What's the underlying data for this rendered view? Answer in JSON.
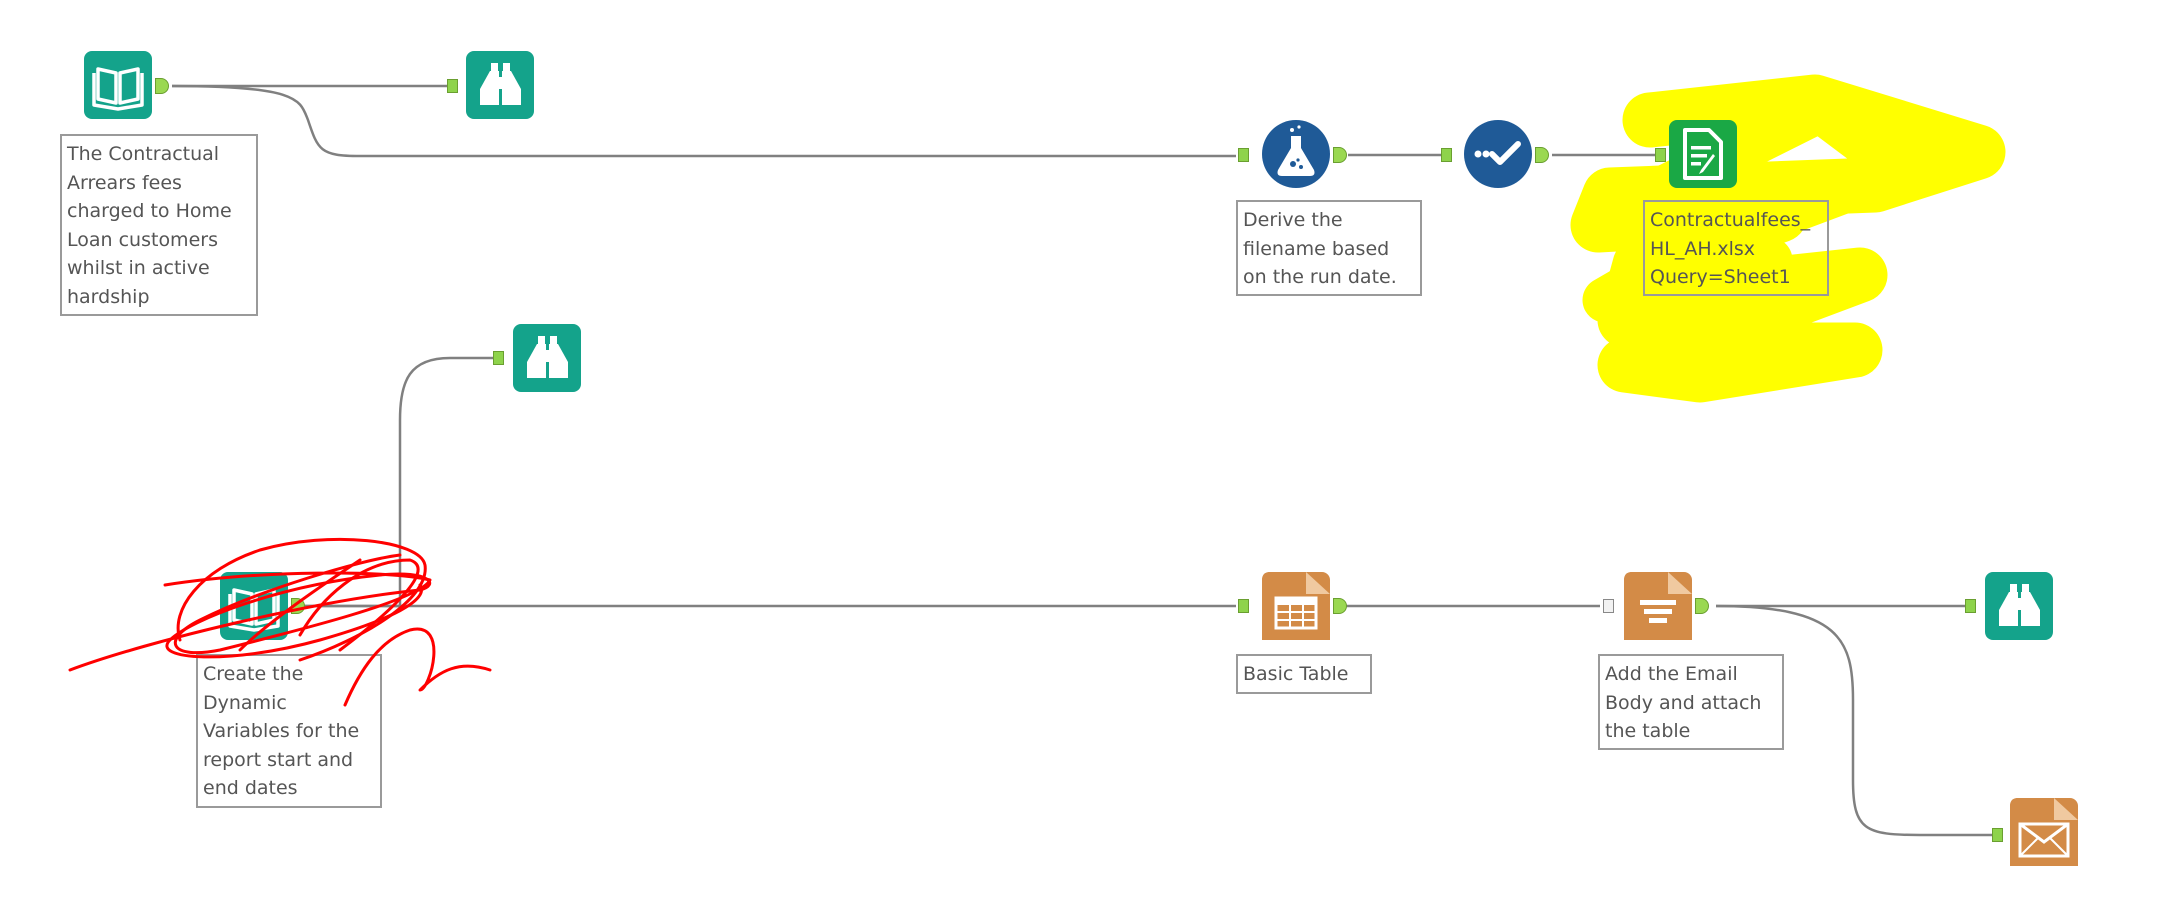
{
  "canvas": {
    "background": "#ffffff"
  },
  "colors": {
    "io_teal": "#14a38b",
    "reporting_tan": "#d38b47",
    "formula_blue": "#1f5a97",
    "output_green": "#1aa845",
    "connection": "#808080",
    "highlight_yellow": "#ffff00",
    "scribble_red": "#ff0000"
  },
  "tools": {
    "input_top": {
      "icon": "book-icon",
      "category": "input-data"
    },
    "browse_top": {
      "icon": "binoculars-icon",
      "category": "browse"
    },
    "formula": {
      "icon": "flask-icon",
      "category": "formula"
    },
    "select": {
      "icon": "checkmark-dots-icon",
      "category": "select"
    },
    "output": {
      "icon": "output-document-icon",
      "category": "output-data"
    },
    "browse_mid": {
      "icon": "binoculars-icon",
      "category": "browse"
    },
    "input_bottom": {
      "icon": "book-icon",
      "category": "input-data"
    },
    "table": {
      "icon": "table-icon",
      "category": "basic-table"
    },
    "layout": {
      "icon": "report-text-icon",
      "category": "report-text"
    },
    "browse_bottom": {
      "icon": "binoculars-icon",
      "category": "browse"
    },
    "email": {
      "icon": "envelope-icon",
      "category": "email"
    }
  },
  "annotations": {
    "input_top": "The Contractual\nArrears fees\ncharged to Home\nLoan customers\nwhilst in active\nhardship",
    "formula": "Derive the\nfilename based\non the run date.",
    "output": "Contractualfees_\nHL_AH.xlsx\nQuery=Sheet1",
    "input_bottom": "Create the\nDynamic\nVariables for the\nreport start and\nend dates",
    "table": "Basic Table",
    "layout": "Add the Email\nBody and attach\nthe table"
  }
}
